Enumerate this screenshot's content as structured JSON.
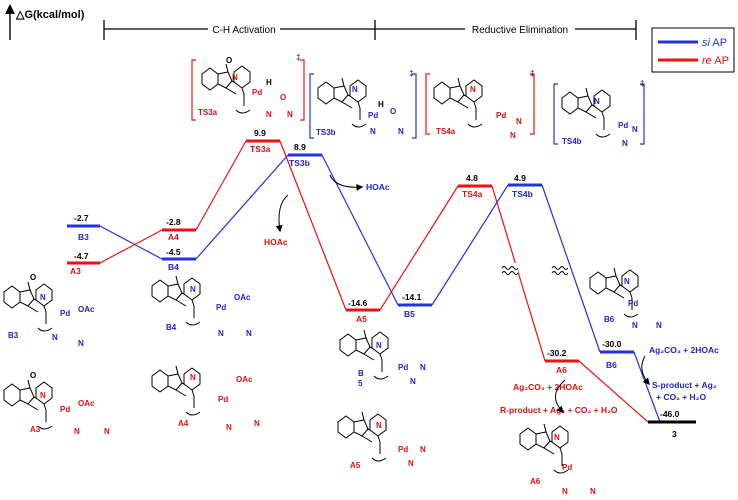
{
  "axis": {
    "label": "△G(kcal/mol)"
  },
  "phases": {
    "ch": "C-H Activation",
    "re": "Reductive Elimination"
  },
  "legend": {
    "si": {
      "prefix": "si",
      "suffix": " AP",
      "color": "#2233dd"
    },
    "re": {
      "prefix": "re",
      "suffix": " AP",
      "color": "#ee1111"
    }
  },
  "energies": {
    "B3": "-2.7",
    "A3": "-4.7",
    "A4": "-2.8",
    "B4": "-4.5",
    "TS3a": "9.9",
    "TS3b": "8.9",
    "A5": "-14.6",
    "B5": "-14.1",
    "TS4a": "4.8",
    "TS4b": "4.9",
    "A6": "-30.2",
    "B6": "-30.0",
    "P": "-46.0"
  },
  "labels": {
    "B3": "B3",
    "A3": "A3",
    "A4": "A4",
    "B4": "B4",
    "TS3a": "TS3a",
    "TS3b": "TS3b",
    "A5": "A5",
    "B5": "B5",
    "TS4a": "TS4a",
    "TS4b": "TS4b",
    "A6": "A6",
    "B6": "B6",
    "P": "3"
  },
  "annotations": {
    "hoac_red": "HOAc",
    "hoac_blue": "HOAc",
    "ag_red_reagents": "Ag₂CO₃ + 2HOAc",
    "ag_red_products": "R-product + Ag₂ + CO₂ + H₂O",
    "ag_blue_reagents": "Ag₂CO₃ + 2HOAc",
    "ag_blue_products_1": "S-product + Ag₂",
    "ag_blue_products_2": "+ CO₂ + H₂O"
  },
  "structures": {
    "TS3a": "TS3a",
    "TS3b": "TS3b",
    "TS4a": "TS4a",
    "TS4b": "TS4b",
    "B3": "B3",
    "B4": "B4",
    "B5_line1": "B",
    "B5_line2": "5",
    "B6": "B6",
    "A3": "A3",
    "A4": "A4",
    "A5": "A5",
    "A6": "A6",
    "atoms": {
      "O": "O",
      "N": "N",
      "Pd": "Pd",
      "H": "H",
      "OAc": "OAc",
      "ddagger": "‡"
    }
  },
  "colors": {
    "blue": "#2233dd",
    "red": "#ee1111",
    "black": "#000000"
  }
}
